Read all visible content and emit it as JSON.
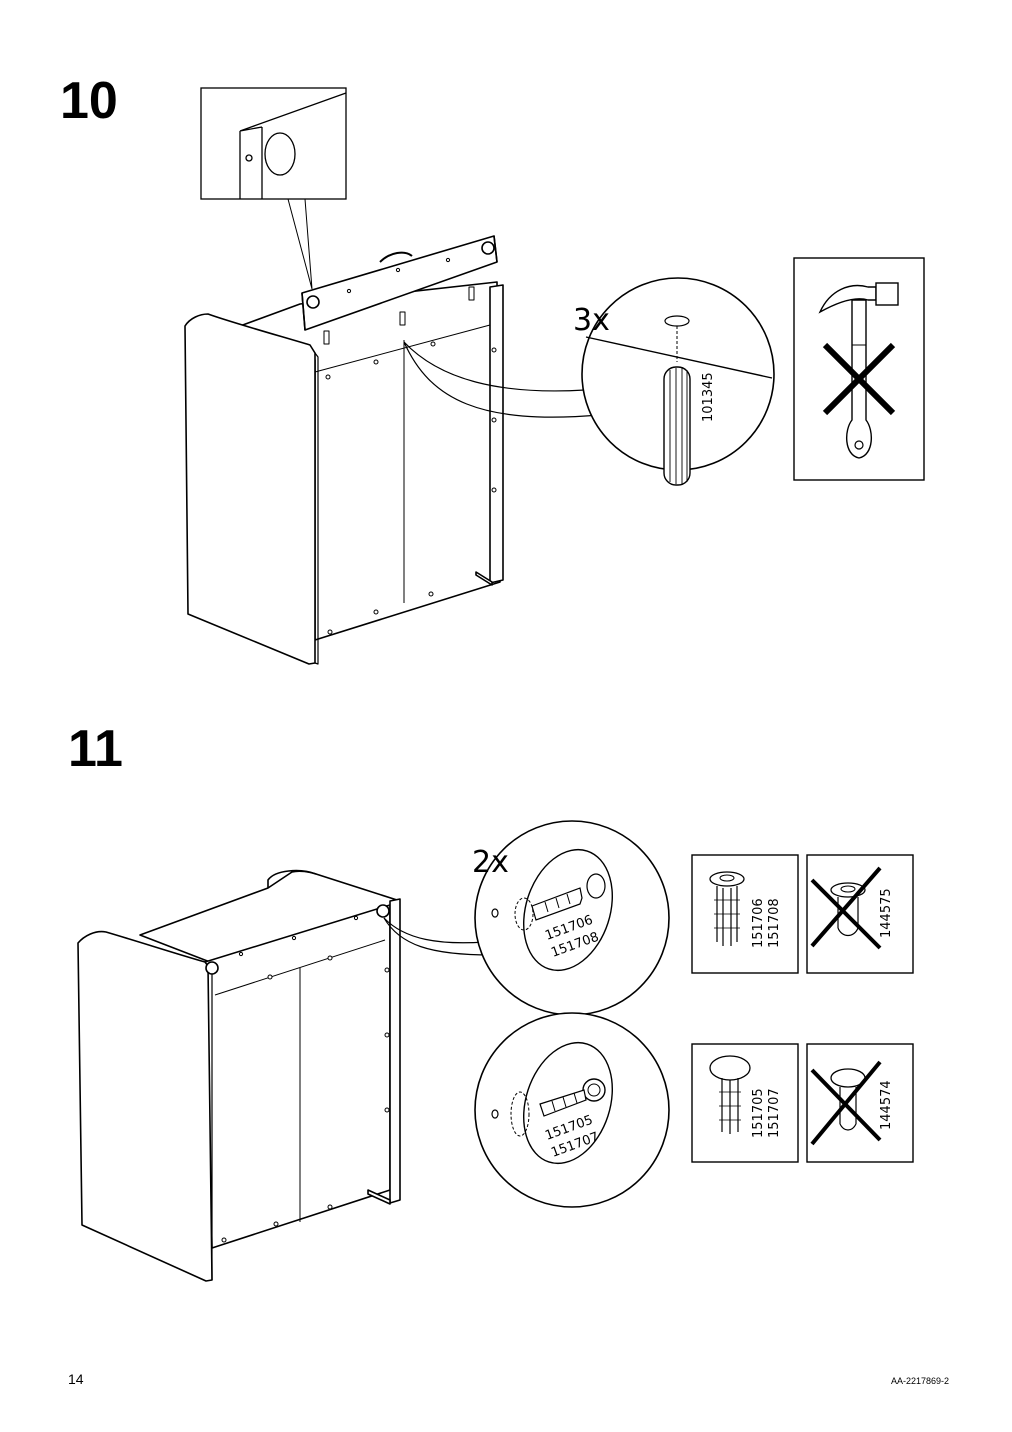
{
  "page": {
    "number": "14",
    "doc_code": "AA-2217869-2"
  },
  "step10": {
    "label": "10",
    "quantity": "3x",
    "part_code": "101345"
  },
  "step11": {
    "label": "11",
    "quantity": "2x",
    "upper_detail_codes": [
      "151706",
      "151708"
    ],
    "lower_detail_codes": [
      "151705",
      "151707"
    ],
    "upper_ok_codes": [
      "151706",
      "151708"
    ],
    "upper_not_code": "144575",
    "lower_ok_codes": [
      "151705",
      "151707"
    ],
    "lower_not_code": "144574"
  }
}
